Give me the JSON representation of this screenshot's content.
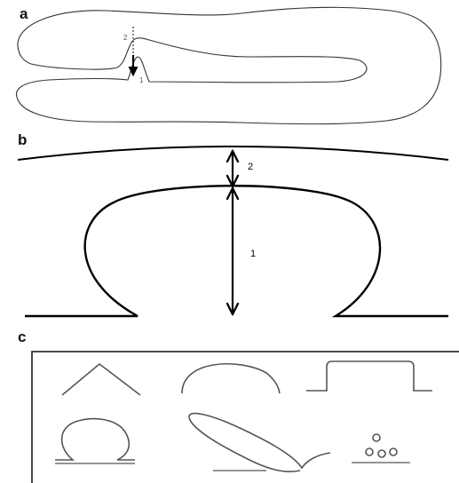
{
  "panels": {
    "a": {
      "letter": "a",
      "marker_1": "1",
      "marker_2": "2"
    },
    "b": {
      "letter": "b",
      "marker_1": "1",
      "marker_2": "2"
    },
    "c": {
      "letter": "c"
    }
  }
}
